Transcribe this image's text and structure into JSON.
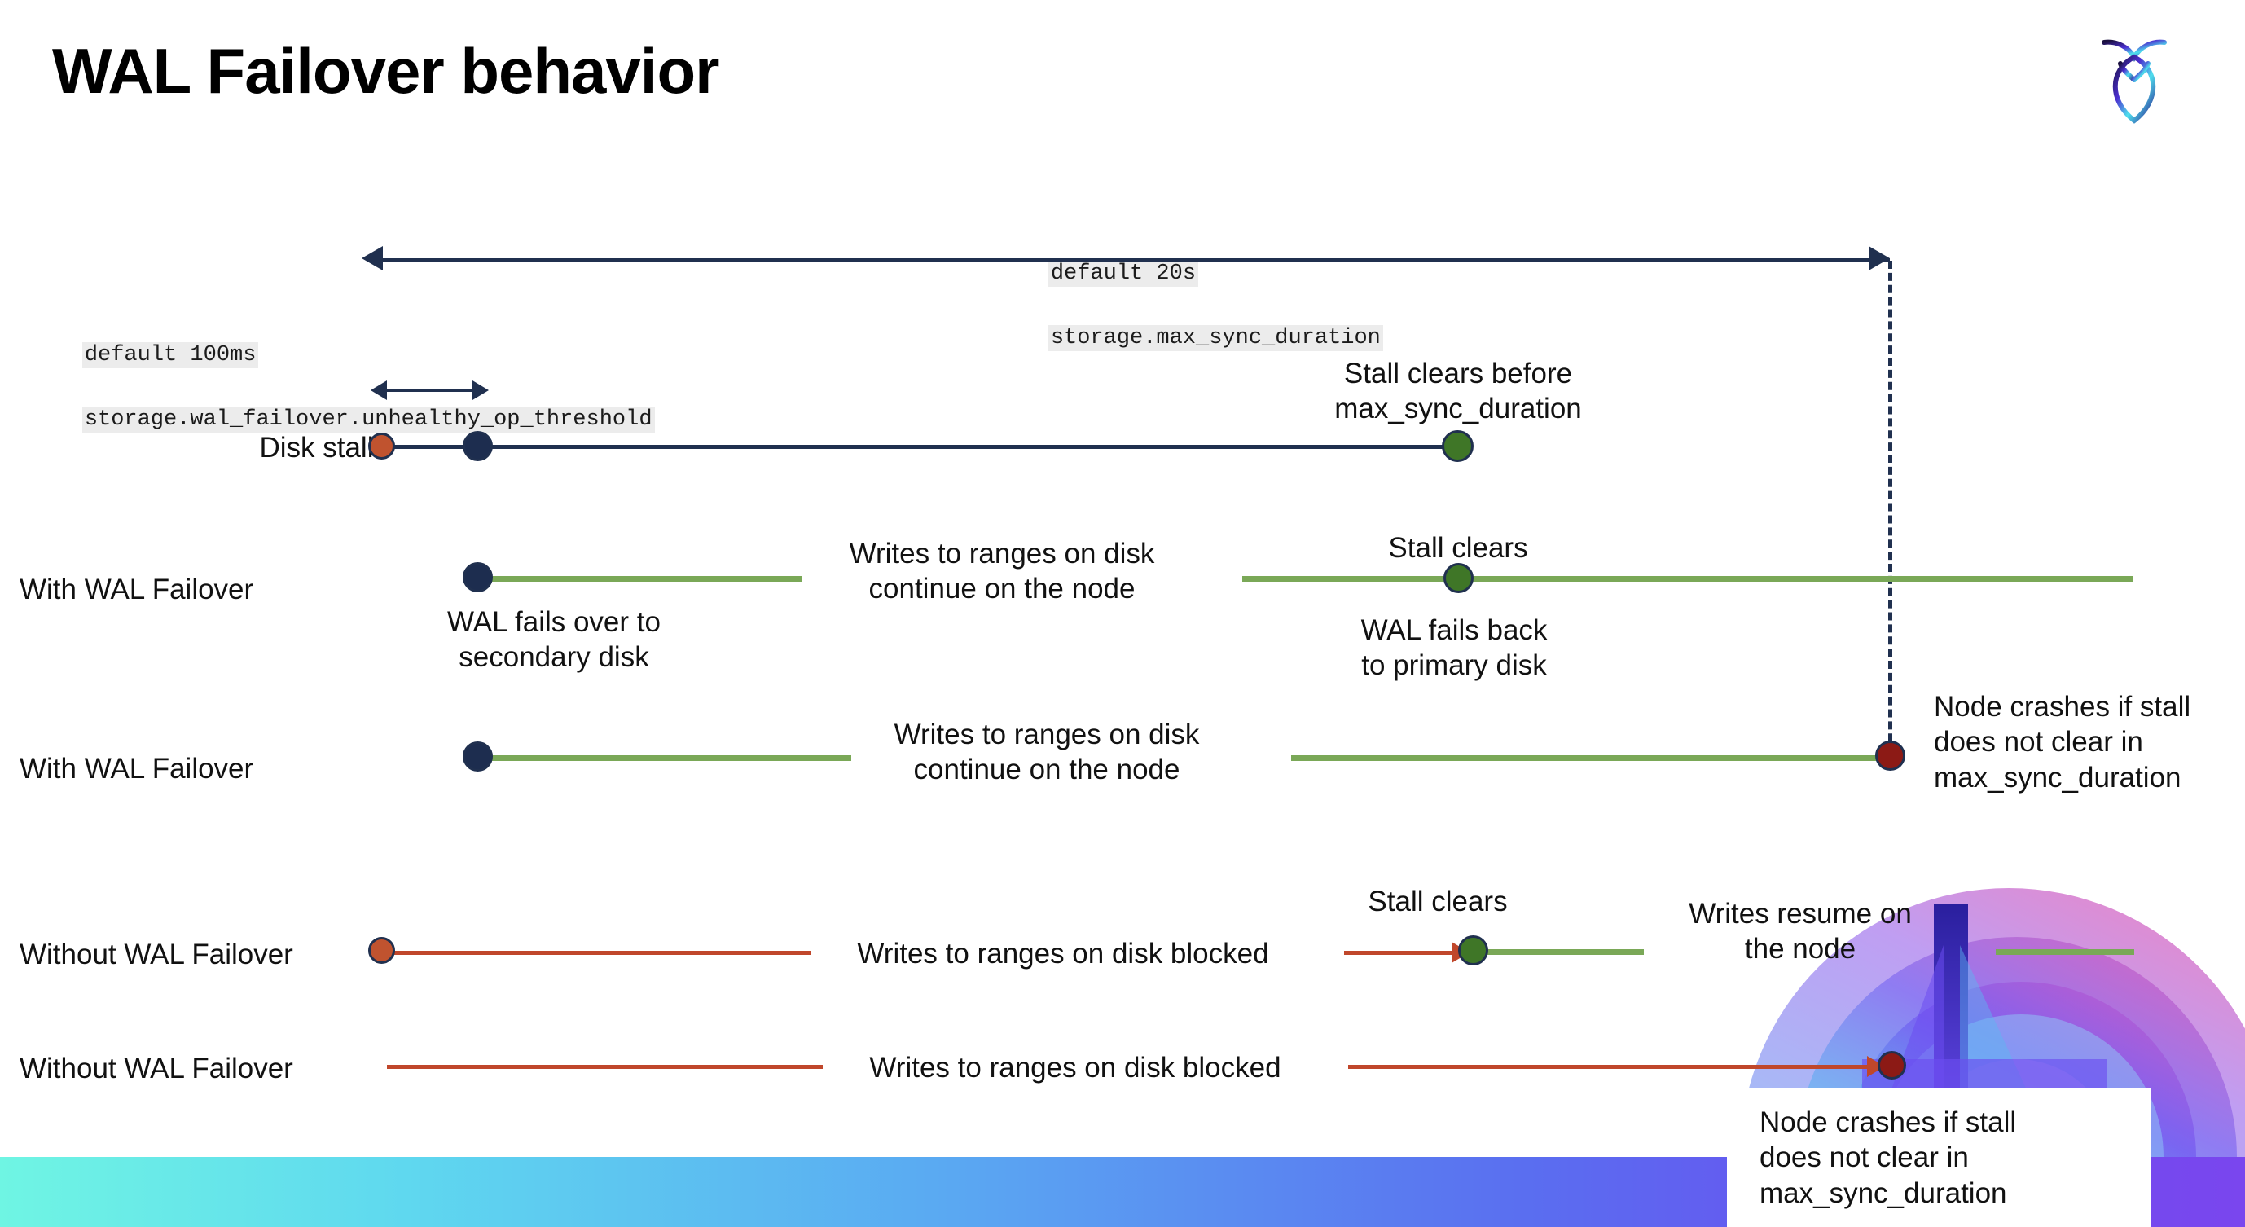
{
  "slide": {
    "title": "WAL Failover behavior",
    "logo_name": "cockroachdb-logo"
  },
  "settings": [
    {
      "id": "max-sync-duration",
      "default_label": "default 20s",
      "setting_label": "storage.max_sync_duration"
    },
    {
      "id": "unhealthy-op-threshold",
      "default_label": "default 100ms",
      "setting_label": "storage.wal_failover.unhealthy_op_threshold"
    }
  ],
  "rows": [
    {
      "id": "disk-stalls",
      "label": "Disk stalls",
      "annotations": [
        "Stall clears before\nmax_sync_duration"
      ]
    },
    {
      "id": "with-wal-failover-clears",
      "label": "With WAL Failover",
      "annotations": [
        "Writes to ranges on disk\ncontinue on the node",
        "Stall clears",
        "WAL fails over to\nsecondary disk",
        "WAL fails  back\nto primary disk"
      ]
    },
    {
      "id": "with-wal-failover-crash",
      "label": "With WAL Failover",
      "annotations": [
        "Writes to ranges on disk\ncontinue on the node",
        "Node crashes if stall\ndoes not clear in\nmax_sync_duration"
      ]
    },
    {
      "id": "without-wal-failover-clears",
      "label": "Without WAL Failover",
      "annotations": [
        "Writes to ranges on disk  blocked",
        "Stall clears",
        "Writes resume on\nthe node"
      ]
    },
    {
      "id": "without-wal-failover-crash",
      "label": "Without WAL Failover",
      "annotations": [
        "Writes to ranges on disk  blocked",
        "Node crashes if stall\ndoes not clear in\nmax_sync_duration"
      ]
    }
  ],
  "texts": {
    "disk_stalls_label": "Disk stalls",
    "with_wal_1": "With WAL Failover",
    "with_wal_2": "With WAL Failover",
    "without_wal_1": "Without WAL Failover",
    "without_wal_2": "Without WAL Failover",
    "stall_clears_before": "Stall clears before\nmax_sync_duration",
    "writes_continue_1": "Writes to ranges on disk\ncontinue on the node",
    "writes_continue_2": "Writes to ranges on disk\ncontinue on the node",
    "stall_clears_r2": "Stall clears",
    "wal_fails_over": "WAL fails over to\nsecondary disk",
    "wal_fails_back": "WAL fails  back\nto primary disk",
    "node_crashes_r3": "Node crashes if stall\ndoes not clear in\nmax_sync_duration",
    "writes_blocked_1": "Writes to ranges on disk  blocked",
    "stall_clears_r4": "Stall clears",
    "writes_resume": "Writes resume on\nthe node",
    "writes_blocked_2": "Writes to ranges on disk  blocked",
    "node_crashes_r5": "Node crashes if stall\ndoes not clear in\nmax_sync_duration"
  },
  "colors": {
    "navy": "#20304f",
    "green_line": "#7aa857",
    "red_line": "#c0472b",
    "dot_navy": "#1d2d4f",
    "dot_orange": "#c0532f",
    "dot_green": "#3f7627",
    "dot_dark_red": "#8c1a15",
    "code_bg": "#ececec",
    "bottom_bar_from": "#6ff5e3",
    "bottom_bar_to": "#7a46ee"
  }
}
